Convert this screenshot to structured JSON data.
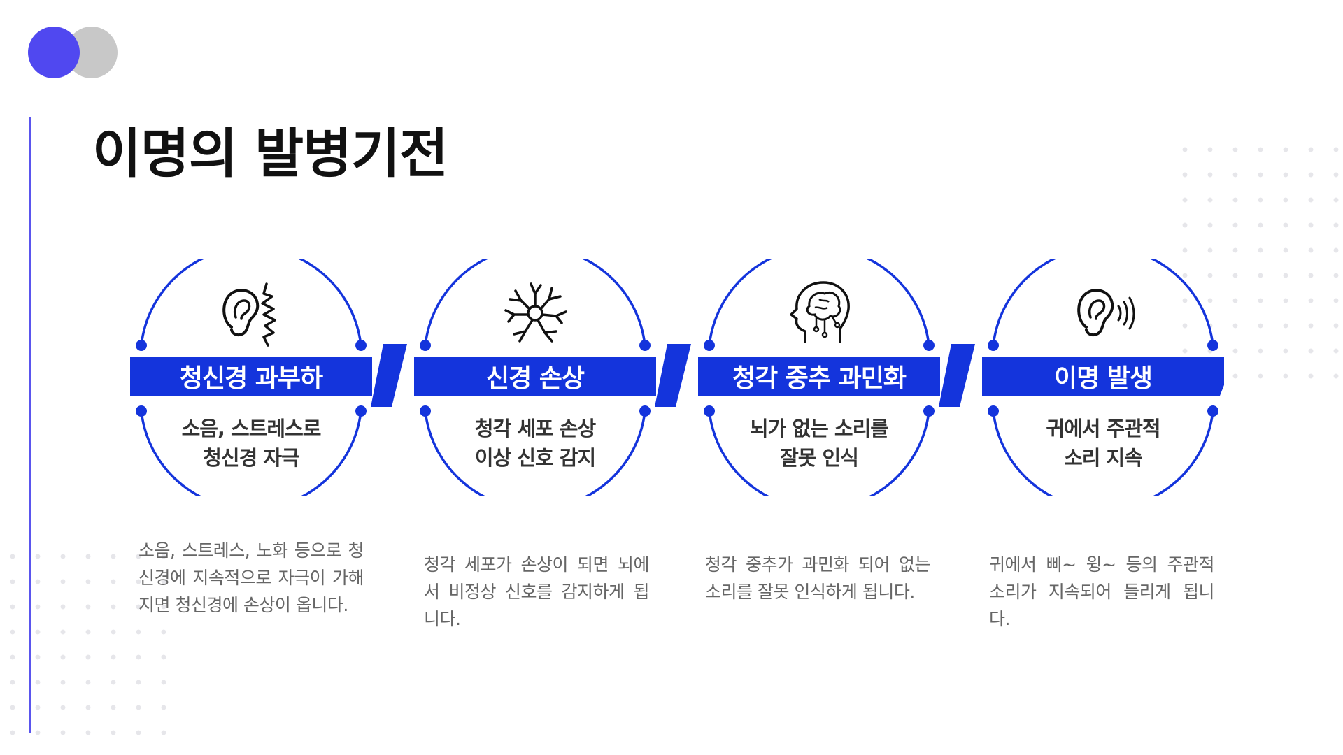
{
  "title": "이명의 발병기전",
  "colors": {
    "accent": "#1434dc",
    "logo_blue": "#5048f0",
    "logo_gray": "#c8c8c8"
  },
  "steps": [
    {
      "label": "청신경 과부하",
      "icon": "ear-impact-icon",
      "sub1": "소음, 스트레스로",
      "sub2": "청신경 자극",
      "desc": "소음, 스트레스, 노화 등으로 청신경에 지속적으로 자극이 가해지면 청신경에 손상이 옵니다."
    },
    {
      "label": "신경 손상",
      "icon": "neuron-icon",
      "sub1": "청각 세포 손상",
      "sub2": "이상 신호 감지",
      "desc": "청각 세포가 손상이 되면 뇌에서 비정상 신호를 감지하게 됩니다."
    },
    {
      "label": "청각 중추 과민화",
      "icon": "brain-head-icon",
      "sub1": "뇌가 없는 소리를",
      "sub2": "잘못 인식",
      "desc": "청각 중추가 과민화 되어 없는 소리를 잘못 인식하게 됩니다."
    },
    {
      "label": "이명 발생",
      "icon": "ear-sound-icon",
      "sub1": "귀에서 주관적",
      "sub2": "소리 지속",
      "desc": "귀에서 삐~ 윙~ 등의 주관적 소리가 지속되어 들리게 됩니다."
    }
  ]
}
